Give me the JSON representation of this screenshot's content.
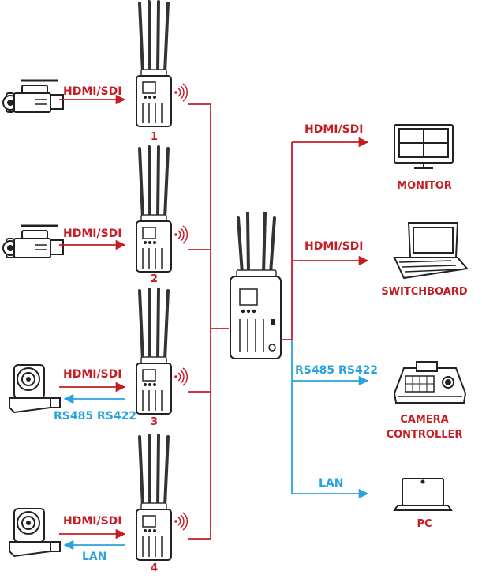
{
  "colors": {
    "video": "#c41e24",
    "control": "#2aa3dc",
    "device": "#1a1a1a"
  },
  "transmitters": [
    {
      "number": "1",
      "source": "camcorder-icon",
      "link_out": "HDMI/SDI",
      "link_back": ""
    },
    {
      "number": "2",
      "source": "camcorder-icon",
      "link_out": "HDMI/SDI",
      "link_back": ""
    },
    {
      "number": "3",
      "source": "ptz-camera-icon",
      "link_out": "HDMI/SDI",
      "link_back": "RS485 RS422"
    },
    {
      "number": "4",
      "source": "ptz-camera-icon",
      "link_out": "HDMI/SDI",
      "link_back": "LAN"
    }
  ],
  "receiver": {
    "icon": "receiver-icon"
  },
  "outputs": [
    {
      "link": "HDMI/SDI",
      "name": "MONITOR",
      "icon": "monitor-icon"
    },
    {
      "link": "HDMI/SDI",
      "name": "SWITCHBOARD",
      "icon": "switchboard-icon"
    },
    {
      "link": "RS485 RS422",
      "name_line1": "CAMERA",
      "name_line2": "CONTROLLER",
      "icon": "camera-controller-icon"
    },
    {
      "link": "LAN",
      "name": "PC",
      "icon": "pc-icon"
    }
  ]
}
